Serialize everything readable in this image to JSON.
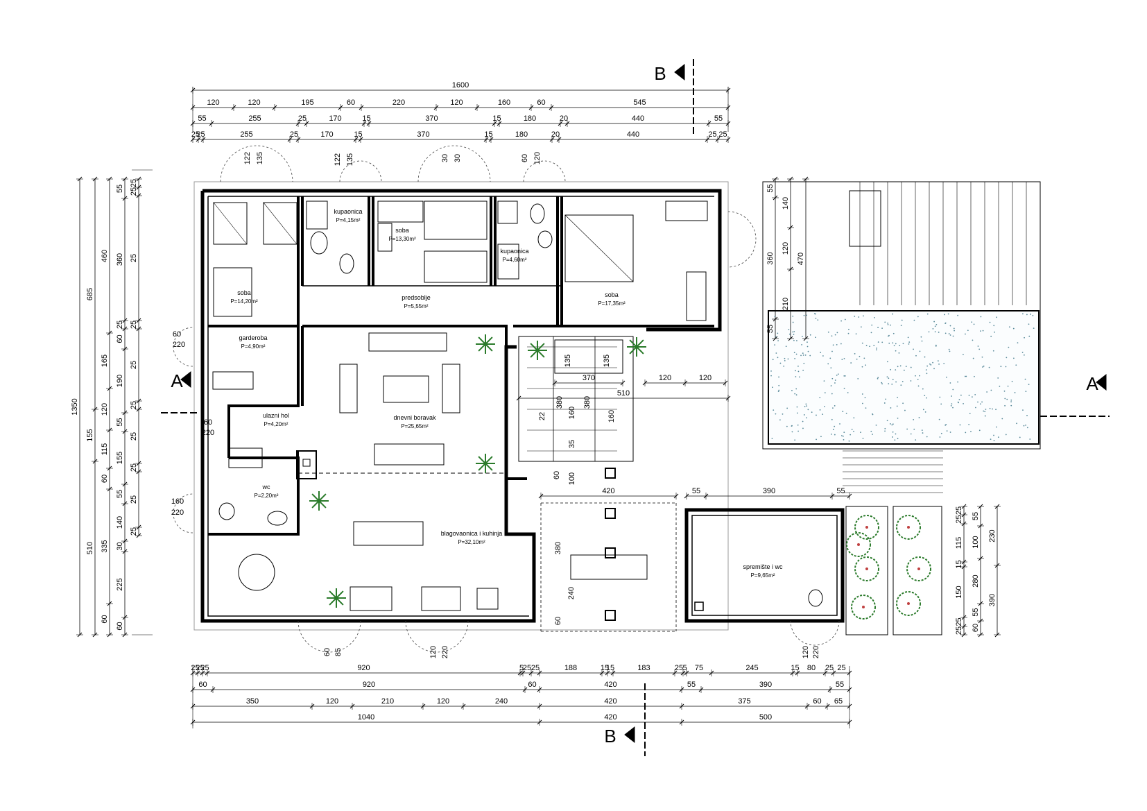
{
  "section_marks": {
    "a": "A",
    "b": "B"
  },
  "dims_top": {
    "total": "1600",
    "row1": [
      "120",
      "120",
      "195",
      "60",
      "220",
      "120",
      "160",
      "60",
      "545"
    ],
    "row2": [
      "55",
      "255",
      "25",
      "170",
      "15",
      "370",
      "15",
      "180",
      "20",
      "440",
      "55"
    ],
    "row3": [
      "25",
      "25",
      "255",
      "25",
      "170",
      "15",
      "370",
      "15",
      "180",
      "20",
      "440",
      "25",
      "25"
    ]
  },
  "dims_bottom": {
    "row1": [
      "25",
      "25",
      "25",
      "920",
      "5",
      "25",
      "25",
      "188",
      "15",
      "15",
      "183",
      "25",
      "5",
      "75",
      "245",
      "15",
      "80",
      "25",
      "25"
    ],
    "row2": [
      "60",
      "920",
      "60",
      "420",
      "55",
      "390",
      "55"
    ],
    "row3": [
      "350",
      "120",
      "210",
      "120",
      "240",
      "420",
      "375",
      "60",
      "65"
    ],
    "row4": [
      "1040",
      "420",
      "500"
    ]
  },
  "dims_left": {
    "total": "1350",
    "col2": [
      "685",
      "155",
      "510"
    ],
    "col3": [
      "460",
      "165",
      "120",
      "115",
      "60",
      "335",
      "60"
    ],
    "col4": [
      "55",
      "360",
      "25",
      "60",
      "190",
      "55",
      "155",
      "55",
      "140",
      "30",
      "225",
      "60"
    ],
    "col5": [
      "25",
      "25",
      "25",
      "25",
      "25",
      "25",
      "25",
      "25",
      "25",
      "25"
    ]
  },
  "dims_right": {
    "col1": [
      "25",
      "25",
      "115",
      "15",
      "150",
      "25",
      "25"
    ],
    "col2": [
      "55",
      "100",
      "280",
      "55",
      "60"
    ],
    "col3": [
      "230",
      "390"
    ]
  },
  "dims_terrace": {
    "left": [
      "55",
      "360",
      "55"
    ],
    "inner": [
      "140",
      "120",
      "210"
    ],
    "outer": "470",
    "top_row": [
      "120",
      "120"
    ],
    "stair_width": "510",
    "stair_label": "370",
    "pool_row": [
      "55",
      "390",
      "55"
    ],
    "pergola_width": "420"
  },
  "dims_misc": {
    "stair_h": [
      "380",
      "380",
      "380"
    ],
    "stair_small": [
      "135",
      "135",
      "160",
      "160",
      "240",
      "35",
      "100",
      "60",
      "60",
      "22"
    ],
    "doors": [
      "122",
      "135",
      "122",
      "135",
      "30",
      "30",
      "60",
      "120",
      "60",
      "85",
      "120",
      "220",
      "120",
      "220",
      "60",
      "220",
      "60",
      "220",
      "160",
      "220"
    ]
  },
  "rooms": [
    {
      "name": "soba",
      "area": "P=14,20m²"
    },
    {
      "name": "kupaonica",
      "area": "P=4,15m²"
    },
    {
      "name": "soba",
      "area": "P=13,30m²"
    },
    {
      "name": "kupaonica",
      "area": "P=4,60m²"
    },
    {
      "name": "soba",
      "area": "P=17,35m²"
    },
    {
      "name": "predsoblje",
      "area": "P=5,55m²"
    },
    {
      "name": "ulazni hol",
      "area": "P=4,20m²"
    },
    {
      "name": "dnevni boravak",
      "area": "P=25,65m²"
    },
    {
      "name": "blagovaonica i kuhinja",
      "area": "P=32,10m²"
    },
    {
      "name": "garderoba",
      "area": "P=4,90m²"
    },
    {
      "name": "wc",
      "area": "P=2,20m²"
    },
    {
      "name": "spremište i wc",
      "area": "P=9,65m²"
    }
  ],
  "colors": {
    "line": "#000000",
    "thin": "#555555",
    "pool_dots": "#5a8a9a",
    "plant": "#2a7a2a",
    "door_orange": "#d08030"
  }
}
